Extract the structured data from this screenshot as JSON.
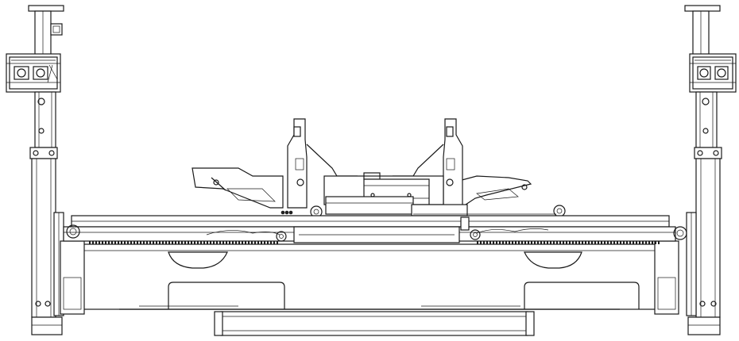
{
  "drawing": {
    "kind": "technical line drawing",
    "view": "front elevation",
    "colors": {
      "line": "#1a1a1a",
      "background": "#ffffff"
    },
    "components": [
      "left-jack-leg",
      "right-jack-leg",
      "main-beam",
      "center-frame",
      "drag-chain-left",
      "drag-chain-right",
      "bottom-plate",
      "base-tray"
    ]
  }
}
